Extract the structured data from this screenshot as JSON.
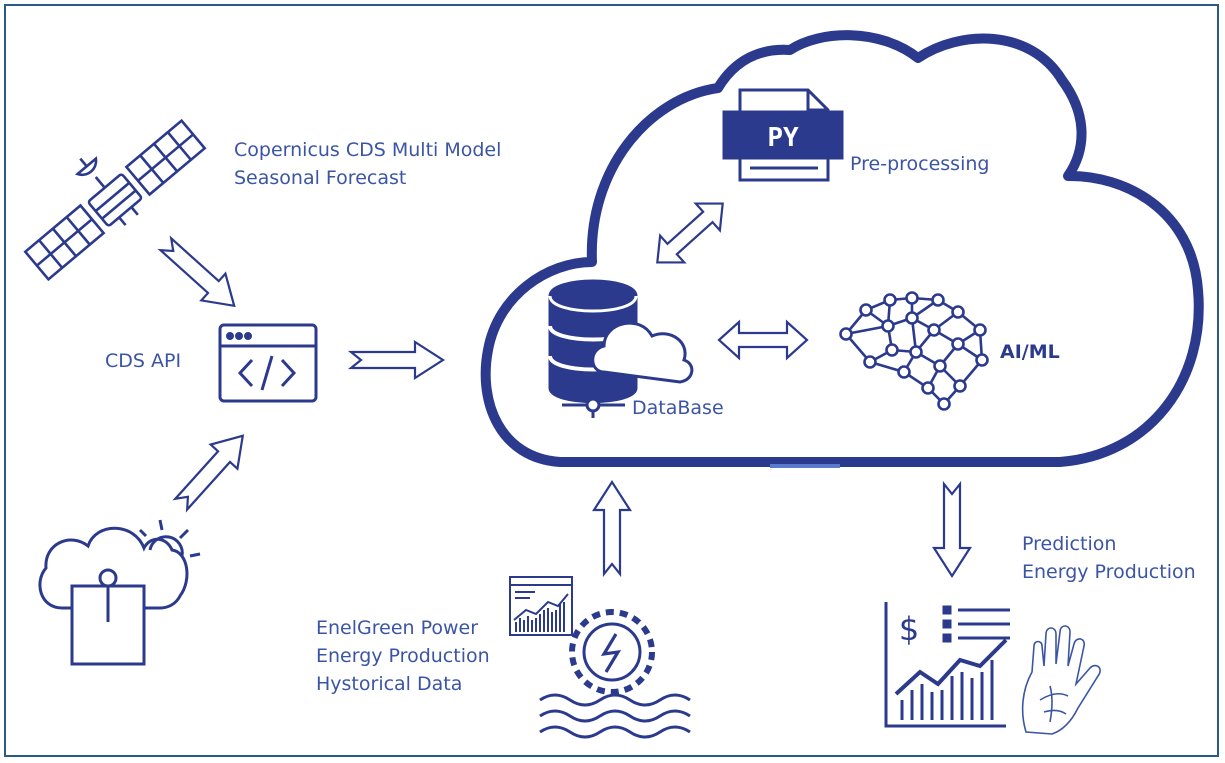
{
  "colors": {
    "primary": "#2b3a8c",
    "text": "#3b55a4",
    "border": "#2a5a86"
  },
  "labels": {
    "copernicus": [
      "Copernicus CDS Multi Model",
      "Seasonal Forecast"
    ],
    "cds_api": "CDS API",
    "preprocessing": "Pre-processing",
    "database": "DataBase",
    "aiml": "AI/ML",
    "enel": [
      "EnelGreen Power",
      "Energy Production",
      "Hystorical Data"
    ],
    "prediction": [
      "Prediction",
      "Energy Production"
    ],
    "py_badge": "PY",
    "dollar": "$"
  },
  "icons": [
    "satellite-icon",
    "code-window-icon",
    "weather-station-icon",
    "python-file-icon",
    "database-cloud-icon",
    "neural-network-brain-icon",
    "hydro-turbine-icon",
    "data-chart-icon",
    "financial-chart-icon",
    "palm-hand-icon",
    "double-arrow-icon"
  ]
}
